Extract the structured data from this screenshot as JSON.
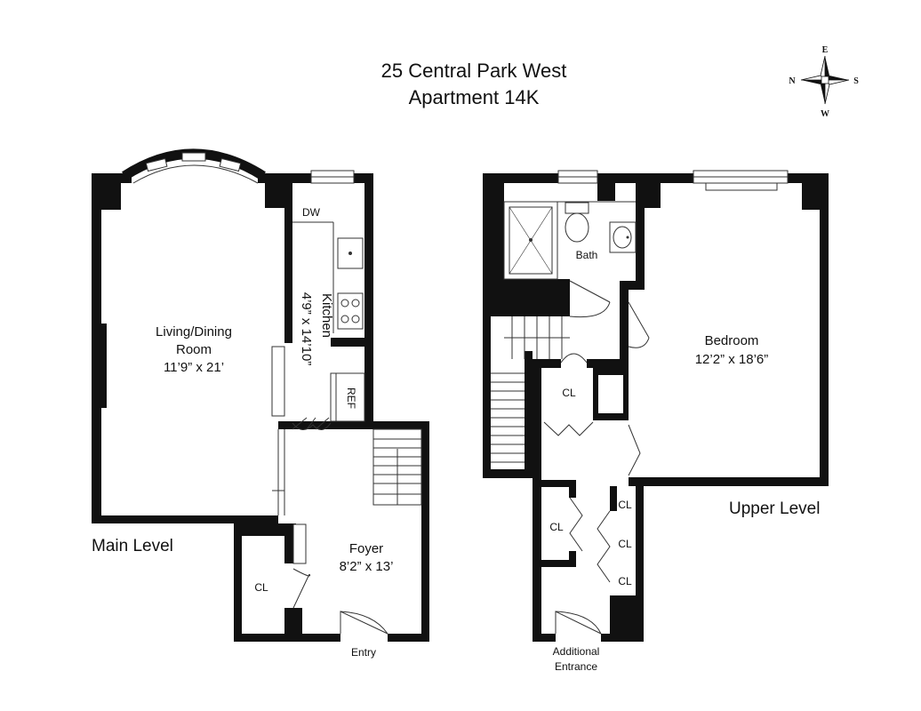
{
  "title": {
    "line1": "25 Central Park West",
    "line2": "Apartment 14K"
  },
  "compass": {
    "north": "N",
    "east": "E",
    "south": "S",
    "west": "W"
  },
  "main_level": {
    "label": "Main Level",
    "living": {
      "name_line1": "Living/Dining",
      "name_line2": "Room",
      "dims": "11’9” x 21’"
    },
    "kitchen": {
      "name": "Kitchen",
      "dims": "4’9” x 14’10”"
    },
    "dw": "DW",
    "ref": "REF",
    "foyer": {
      "name": "Foyer",
      "dims": "8’2” x 13’"
    },
    "closet": "CL",
    "entry": "Entry"
  },
  "upper_level": {
    "label": "Upper Level",
    "bath": "Bath",
    "bedroom": {
      "name": "Bedroom",
      "dims": "12’2” x 18’6”"
    },
    "closets": [
      "CL",
      "CL",
      "CL",
      "CL",
      "CL"
    ],
    "additional_entrance_line1": "Additional",
    "additional_entrance_line2": "Entrance"
  }
}
